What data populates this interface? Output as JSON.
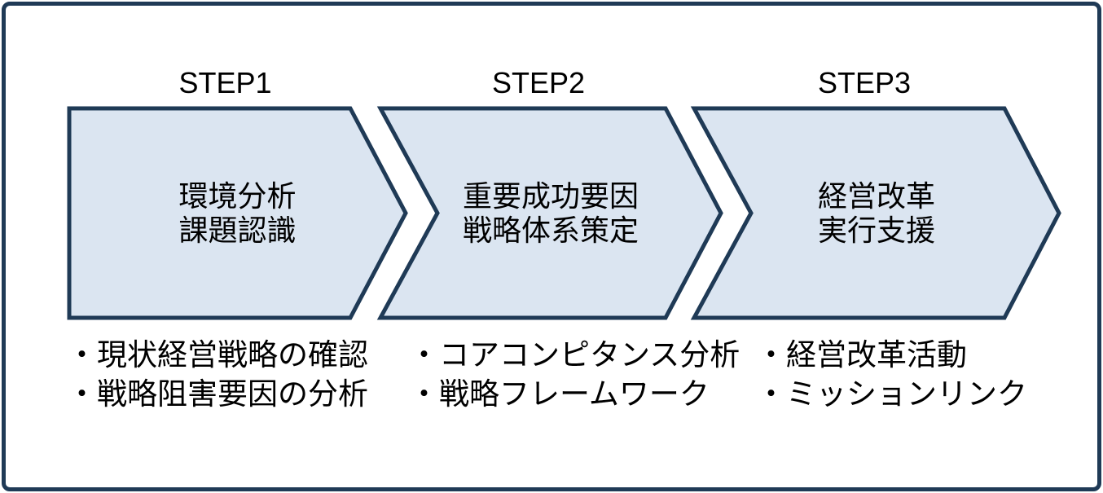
{
  "diagram": {
    "type": "process-flow",
    "steps": [
      {
        "label": "STEP1",
        "title_lines": [
          "環境分析",
          "課題認識"
        ],
        "bullets": [
          "・現状経営戦略の確認",
          "・戦略阻害要因の分析"
        ]
      },
      {
        "label": "STEP2",
        "title_lines": [
          "重要成功要因",
          "戦略体系策定"
        ],
        "bullets": [
          "・コアコンピタンス分析",
          "・戦略フレームワーク"
        ]
      },
      {
        "label": "STEP3",
        "title_lines": [
          "経営改革",
          "実行支援"
        ],
        "bullets": [
          "・経営改革活動",
          "・ミッションリンク"
        ]
      }
    ],
    "colors": {
      "chevron_fill": "#dbe5f1",
      "chevron_border": "#1f3a56",
      "frame_border": "#1f3a56",
      "text": "#000000",
      "background": "#ffffff"
    }
  }
}
